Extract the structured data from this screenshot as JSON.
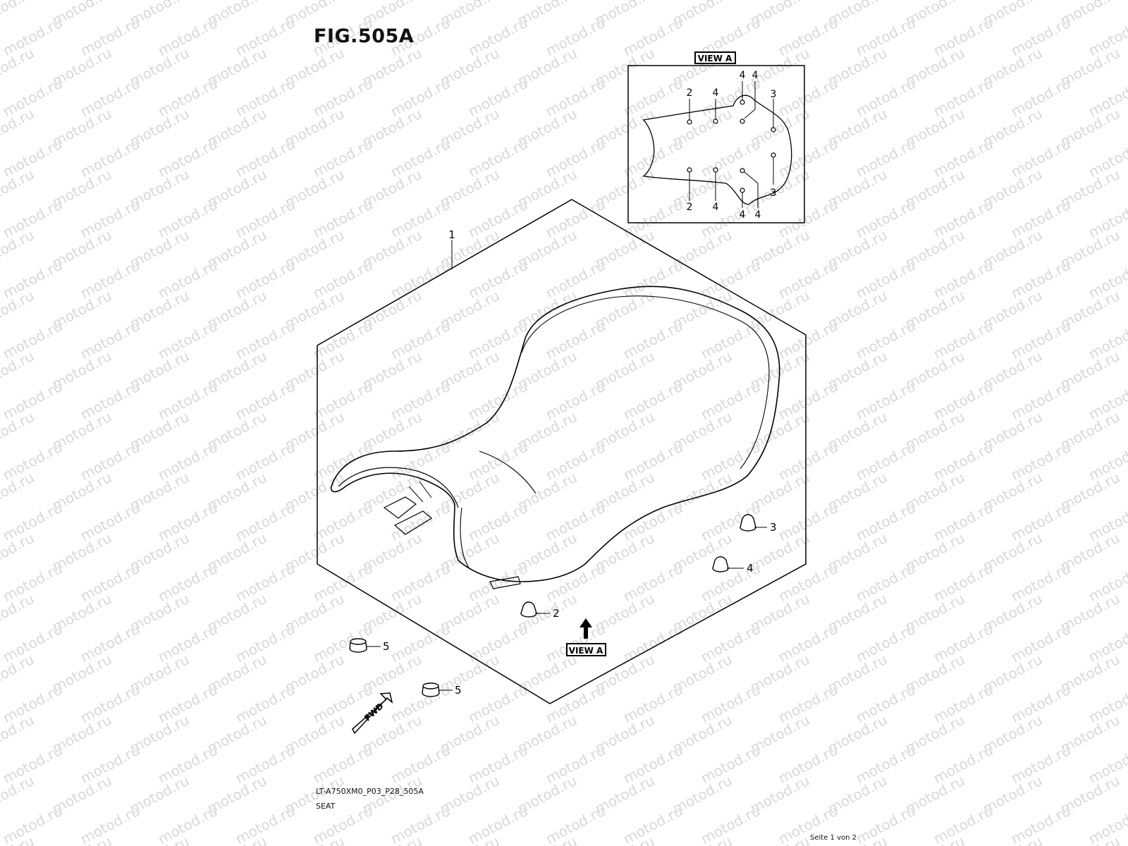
{
  "watermark": "motod.ru",
  "figure_title": "FIG.505A",
  "view_a_label": "VIEW A",
  "view_a_callout": "VIEW A",
  "fwd_label": "FWD",
  "main_callout": "1",
  "view_callouts": {
    "top_left_2": "2",
    "top_4a": "4",
    "top_4b": "4",
    "top_4c": "4",
    "top_3": "3",
    "bot_2": "2",
    "bot_4a": "4",
    "bot_4b": "4",
    "bot_4c": "4",
    "bot_3": "3"
  },
  "part_callouts": {
    "p3": "3",
    "p4": "4",
    "p2": "2",
    "p5a": "5",
    "p5b": "5"
  },
  "footer": {
    "code": "LT-A750XM0_P03_P28_505A",
    "name": "SEAT",
    "page": "Seite 1 von 2"
  }
}
